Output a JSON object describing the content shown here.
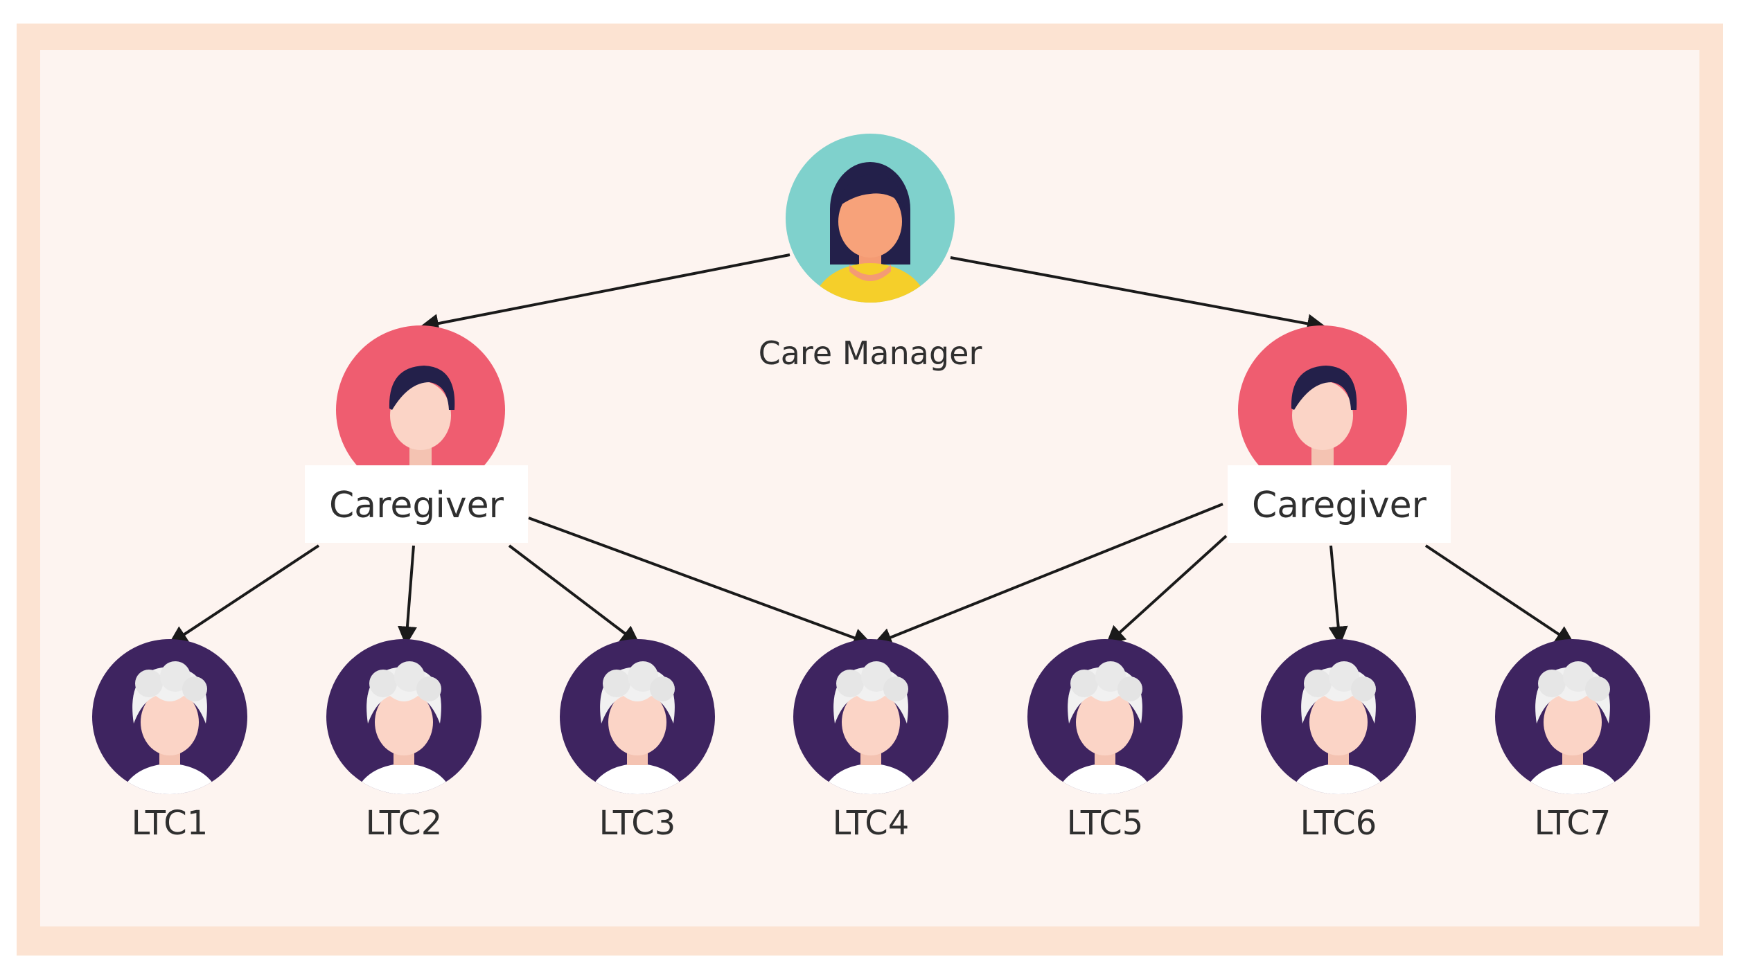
{
  "nodes": {
    "manager": {
      "label": "Care Manager"
    },
    "caregivers": [
      {
        "label": "Caregiver"
      },
      {
        "label": "Caregiver"
      }
    ],
    "ltc": [
      {
        "label": "LTC1"
      },
      {
        "label": "LTC2"
      },
      {
        "label": "LTC3"
      },
      {
        "label": "LTC4"
      },
      {
        "label": "LTC5"
      },
      {
        "label": "LTC6"
      },
      {
        "label": "LTC7"
      }
    ]
  },
  "colors": {
    "frame": "#fce3d2",
    "background": "#fdf4f0",
    "manager_circle": "#7fd1cc",
    "caregiver_circle": "#ef5d70",
    "ltc_circle": "#3e2460",
    "hair_dark": "#23204a",
    "skin": "#f7a27a",
    "shirt": "#f5cf2a",
    "arrow": "#1a1a1a"
  }
}
